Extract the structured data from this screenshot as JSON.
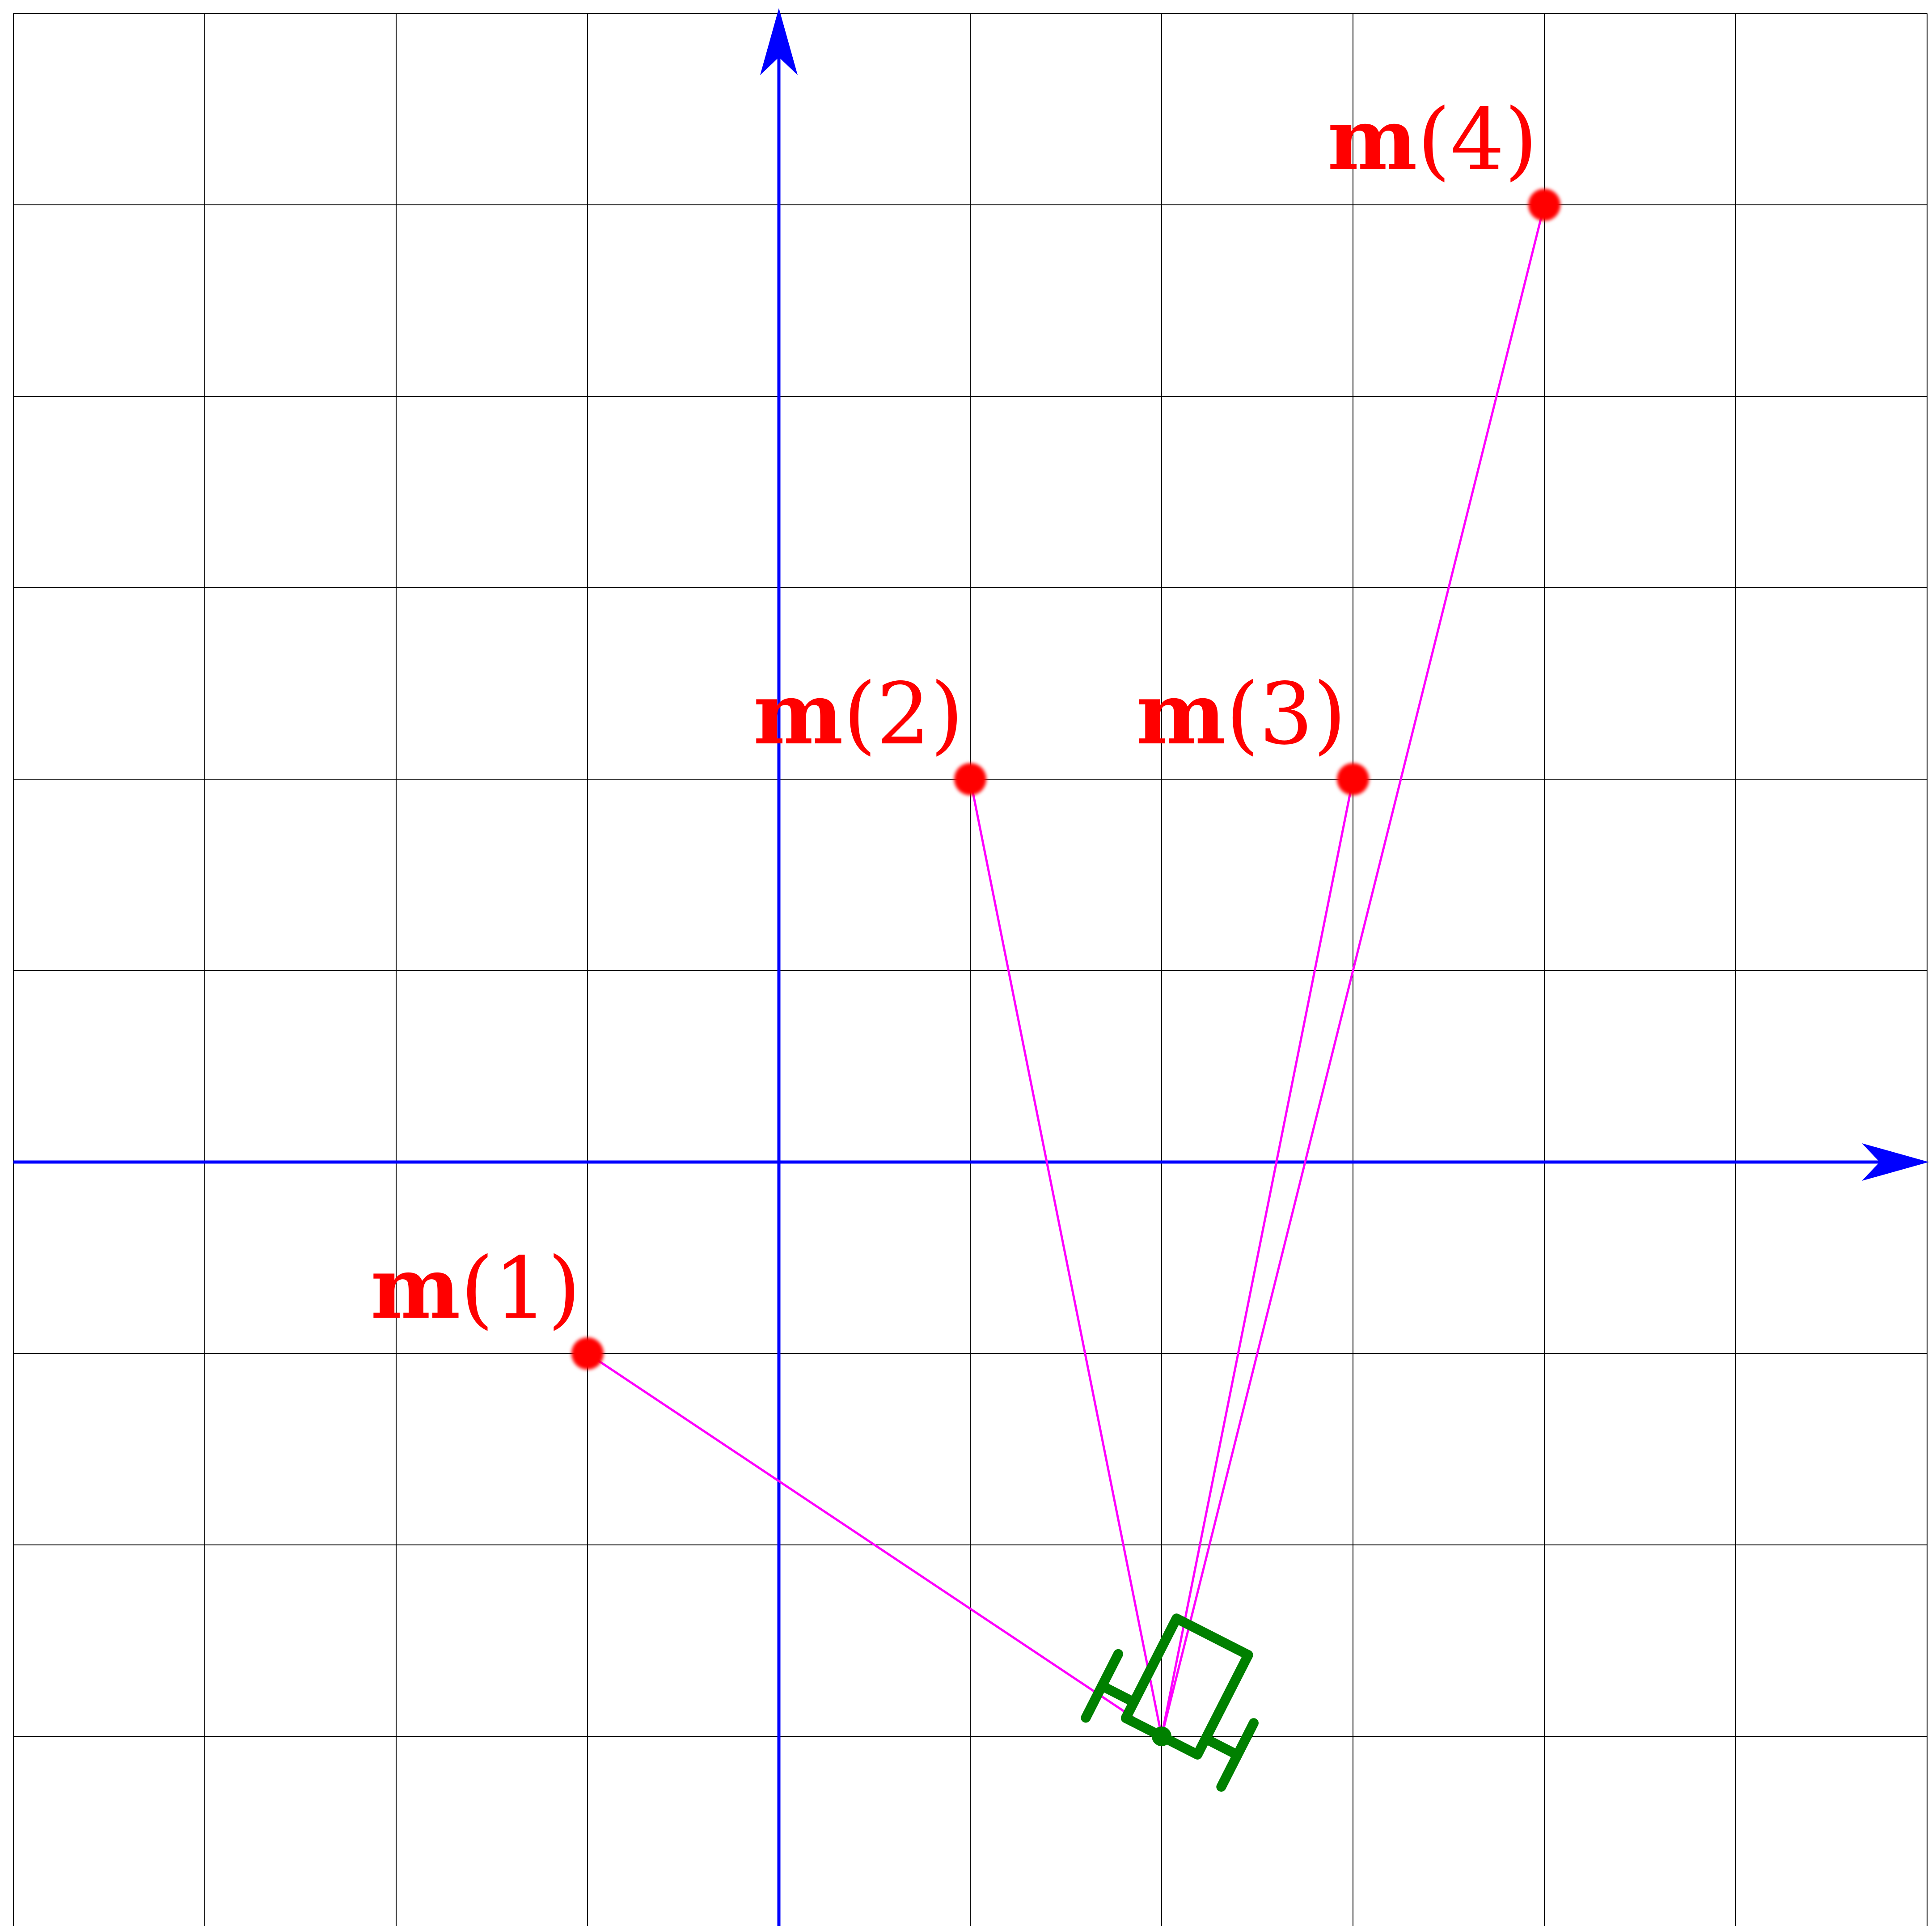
{
  "figure": {
    "grid": {
      "x_min": -4,
      "x_max": 6,
      "y_min": -4,
      "y_max": 6,
      "step": 1
    },
    "colors": {
      "grid": "#000000",
      "axes": "#0000ff",
      "landmark": "#ff0000",
      "measurement": "#ff00ff",
      "robot": "#008000"
    },
    "robot": {
      "x": 2,
      "y": -3,
      "heading_deg": 63
    },
    "landmarks": [
      {
        "bold": "m",
        "suffix": "(1)",
        "x": -1,
        "y": -1
      },
      {
        "bold": "m",
        "suffix": "(2)",
        "x": 1,
        "y": 2
      },
      {
        "bold": "m",
        "suffix": "(3)",
        "x": 3,
        "y": 2
      },
      {
        "bold": "m",
        "suffix": "(4)",
        "x": 4,
        "y": 5
      }
    ]
  }
}
